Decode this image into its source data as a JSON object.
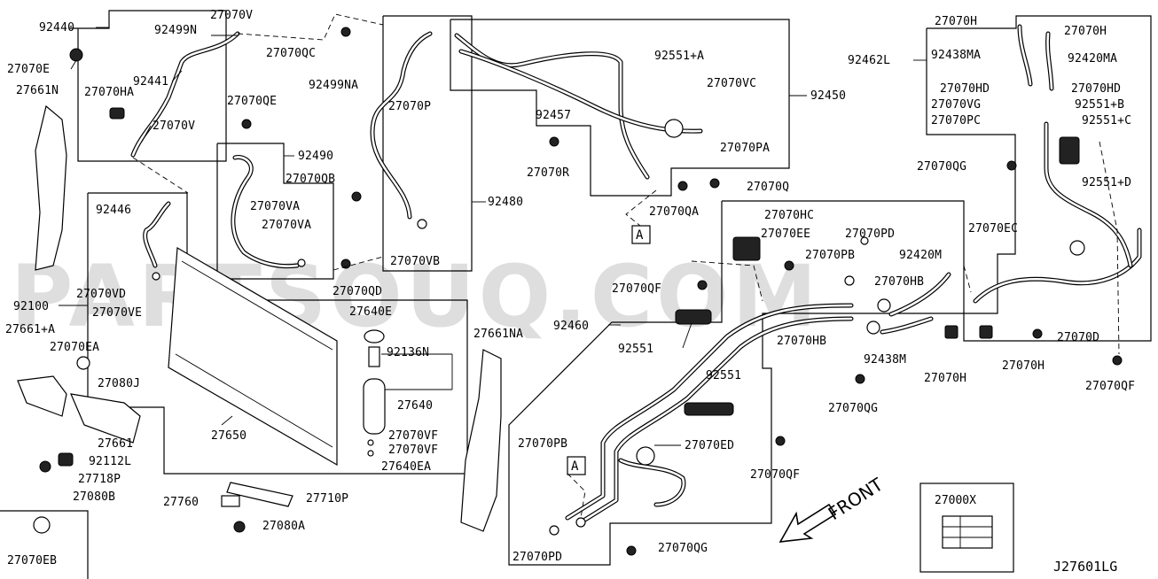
{
  "diagram_code": "J27601LG",
  "watermark": "PARTSOUQ.COM",
  "front_label": "FRONT",
  "ref_marker": "A",
  "kit_box_label": "27000X",
  "part_labels": {
    "l92440": "92440",
    "l92499N": "92499N",
    "l27070V_top": "27070V",
    "l27070E": "27070E",
    "l92441": "92441",
    "l27661N": "27661N",
    "l27070HA": "27070HA",
    "l27070V_mid": "27070V",
    "l27070QC": "27070QC",
    "l92499NA": "92499NA",
    "l27070QE": "27070QE",
    "l27070P": "27070P",
    "l92490": "92490",
    "l27070QB": "27070QB",
    "l27070VA_1": "27070VA",
    "l27070VA_2": "27070VA",
    "l92446": "92446",
    "l27070VB": "27070VB",
    "l27070QD": "27070QD",
    "l27070VD": "27070VD",
    "l92100": "92100",
    "l27070VE": "27070VE",
    "l27661A": "27661+A",
    "l27070EA": "27070EA",
    "l27080J": "27080J",
    "l27640E": "27640E",
    "l92136N": "92136N",
    "l27640": "27640",
    "l27650": "27650",
    "l27661": "27661",
    "l92112L": "92112L",
    "l27718P": "27718P",
    "l27080B": "27080B",
    "l27070VF_1": "27070VF",
    "l27070VF_2": "27070VF",
    "l27640EA": "27640EA",
    "l27760": "27760",
    "l27710P": "27710P",
    "l27080A": "27080A",
    "l27070EB": "27070EB",
    "l27661NA": "27661NA",
    "l92480": "92480",
    "l92551A": "92551+A",
    "l92450": "92450",
    "l27070VC": "27070VC",
    "l92457": "92457",
    "l27070PA": "27070PA",
    "l27070R": "27070R",
    "l27070Q": "27070Q",
    "l27070QA": "27070QA",
    "l27070HC": "27070HC",
    "l27070EE": "27070EE",
    "l27070PD_top": "27070PD",
    "l27070PB_top": "27070PB",
    "l92420M": "92420M",
    "l27070QF_left": "27070QF",
    "l27070HB_1": "27070HB",
    "l92460": "92460",
    "l92551_a": "92551",
    "l27070HB_2": "27070HB",
    "l92438M": "92438M",
    "l27070H_mid": "27070H",
    "l92551_b": "92551",
    "l27070QG_mid": "27070QG",
    "l27070PB_bot": "27070PB",
    "l27070ED": "27070ED",
    "l27070QF_mid": "27070QF",
    "l27070PD_bot": "27070PD",
    "l27070QG_bot": "27070QG",
    "l27070H_top1": "27070H",
    "l27070H_top2": "27070H",
    "l92462L": "92462L",
    "l92438MA": "92438MA",
    "l92420MA": "92420MA",
    "l27070HD_1": "27070HD",
    "l27070HD_2": "27070HD",
    "l27070VG": "27070VG",
    "l92551B": "92551+B",
    "l27070PC": "27070PC",
    "l92551C": "92551+C",
    "l27070QG_right": "27070QG",
    "l92551D": "92551+D",
    "l27070EC": "27070EC",
    "l27070D": "27070D",
    "l27070H_right": "27070H",
    "l27070QF_right": "27070QF"
  }
}
